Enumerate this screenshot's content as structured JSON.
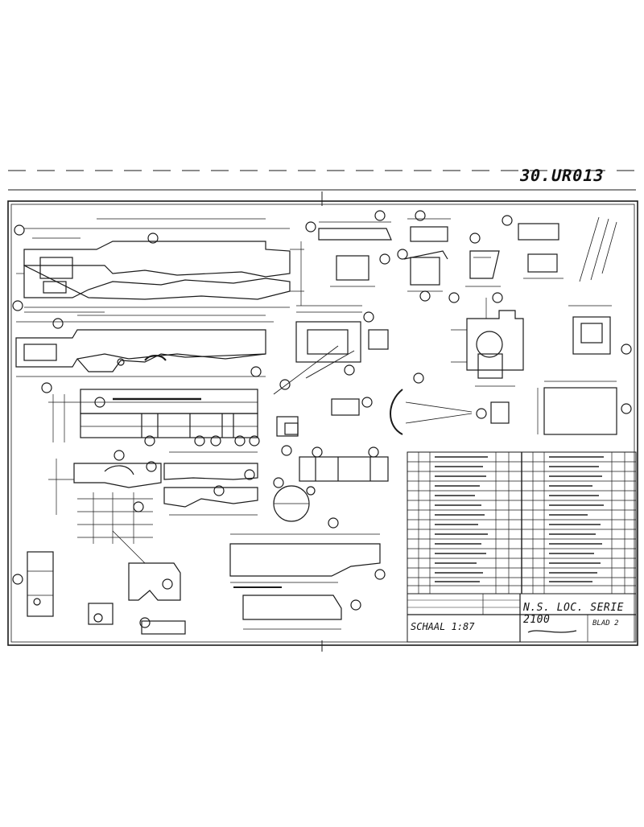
{
  "drawing": {
    "document_number": "30.UR013",
    "title": "N.S. LOC. SERIE 2100",
    "scale": "SCHAAL 1:87",
    "sheet_label": "BLAD 2"
  }
}
